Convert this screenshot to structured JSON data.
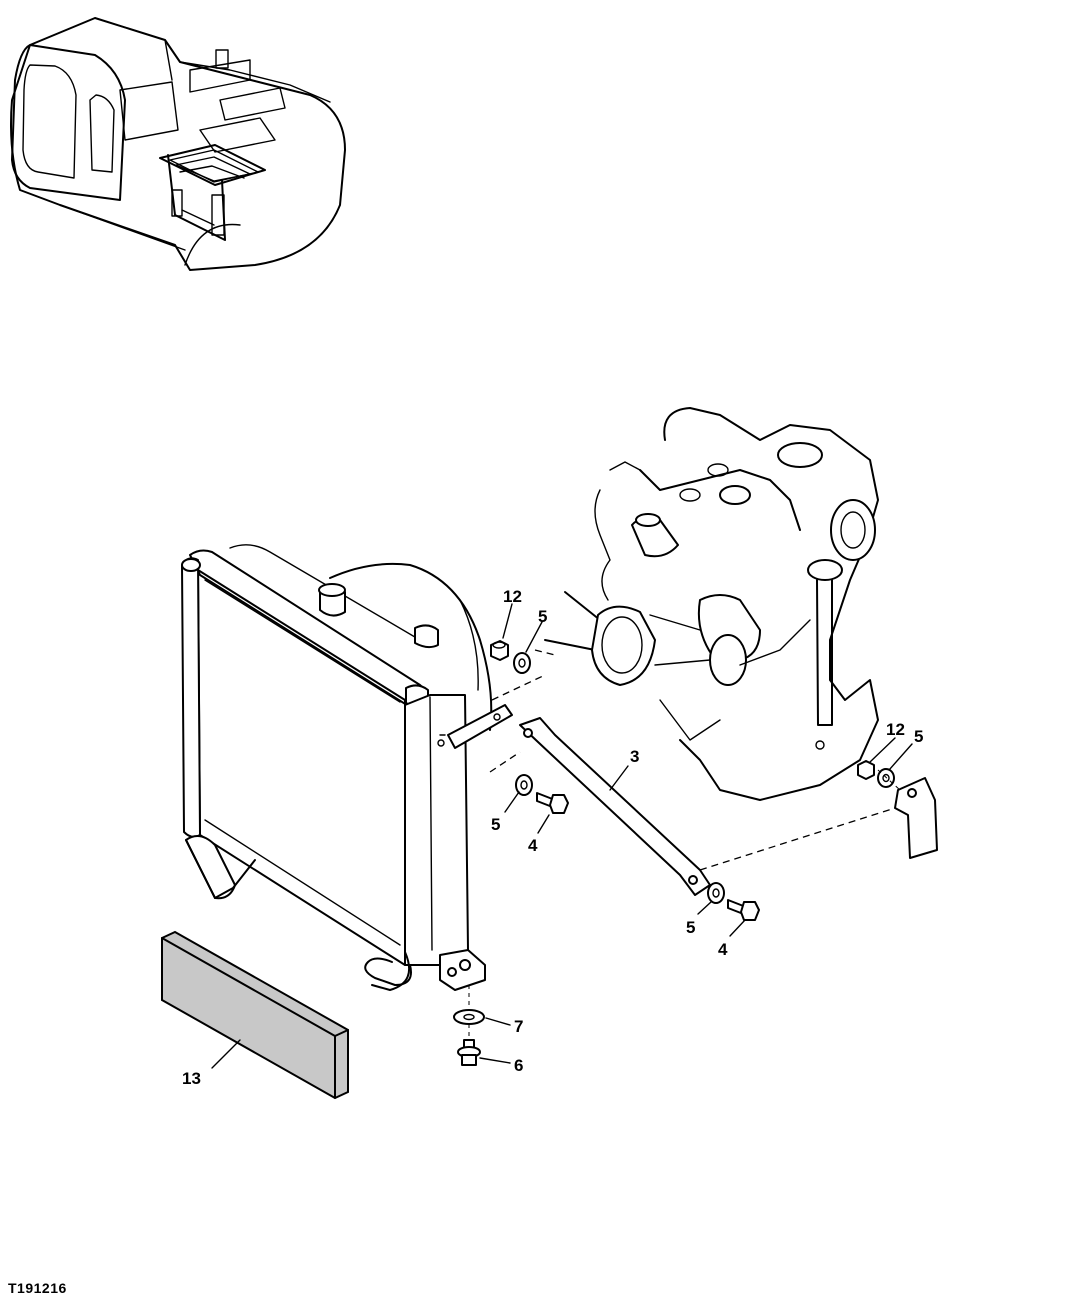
{
  "figure_id": "T191216",
  "callouts": {
    "c3": "3",
    "c4a": "4",
    "c4b": "4",
    "c5a": "5",
    "c5b": "5",
    "c5c": "5",
    "c5d": "5",
    "c6": "6",
    "c7": "7",
    "c12a": "12",
    "c12b": "12",
    "c13": "13"
  }
}
